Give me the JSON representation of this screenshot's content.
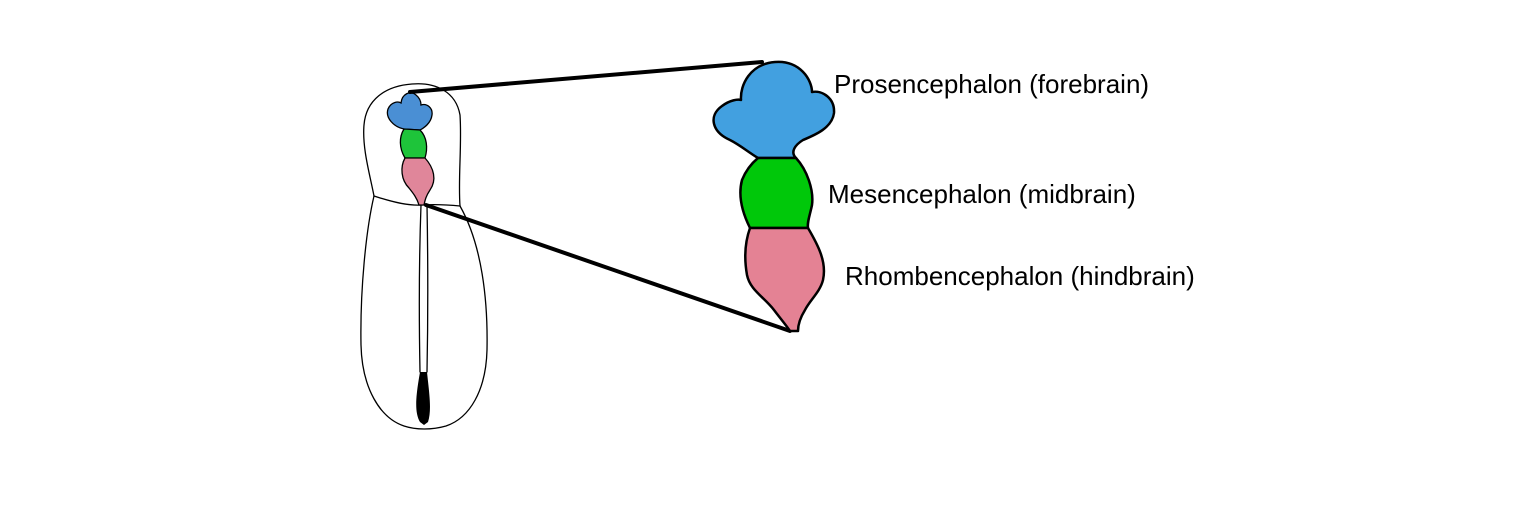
{
  "labels": {
    "forebrain": "Prosencephalon (forebrain)",
    "midbrain": "Mesencephalon (midbrain)",
    "hindbrain": "Rhombencephalon (hindbrain)"
  },
  "colors": {
    "forebrain": "#42a0e0",
    "forebrain_small": "#4a8fd4",
    "midbrain": "#00c80a",
    "midbrain_small": "#1ec43a",
    "hindbrain": "#e48294",
    "hindbrain_small": "#e0869a",
    "outline": "#000000"
  }
}
